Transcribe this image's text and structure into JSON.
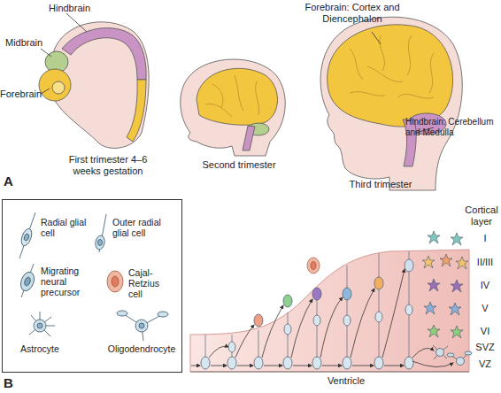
{
  "diagram": {
    "labels": [
      "Hindbrain",
      "Midbrain",
      "Forebrain",
      "First trimester 4–6 weeks gestation",
      "Second trimester",
      "Third trimester",
      "Forebrain: Cortex and Diencephalon",
      "Hindbrain: Cerebellum and Medulla",
      "A",
      "Cortical layer",
      "I",
      "II/III",
      "IV",
      "V",
      "VI",
      "SVZ",
      "VZ",
      "Ventricle",
      "B"
    ],
    "legend": [
      {
        "text": "Radial glial cell"
      },
      {
        "text": "Outer radial glial cell"
      },
      {
        "text": "Migrating neural precursor"
      },
      {
        "text": "Cajal-Retzius cell"
      },
      {
        "text": "Astrocyte"
      },
      {
        "text": "Oligodendrocyte"
      }
    ]
  }
}
